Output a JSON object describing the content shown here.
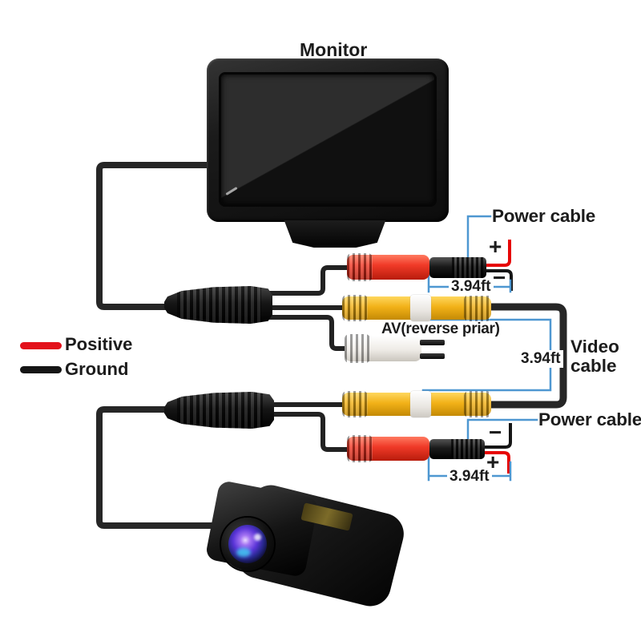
{
  "labels": {
    "monitor": "Monitor",
    "power_cable_top": "Power cable",
    "power_cable_bottom": "Power cable",
    "av_connector": "AV(reverse priar)",
    "video_cable_line1": "Video",
    "video_cable_line2": "cable",
    "length_power_top": "3.94ft",
    "length_video": "3.94ft",
    "length_power_bottom": "3.94ft",
    "plus": "+",
    "minus": "−"
  },
  "legend": {
    "items": [
      {
        "label": "Positive",
        "color": "#e3111b"
      },
      {
        "label": "Ground",
        "color": "#151515"
      }
    ]
  },
  "colors": {
    "annotation_blue": "#4e97d1",
    "positive_red": "#e60505",
    "ground_black": "#151515",
    "wire_dark": "#262626",
    "connector_red": "#ee3a26",
    "connector_yellow": "#f2b118",
    "connector_white": "#f2f0ec"
  }
}
